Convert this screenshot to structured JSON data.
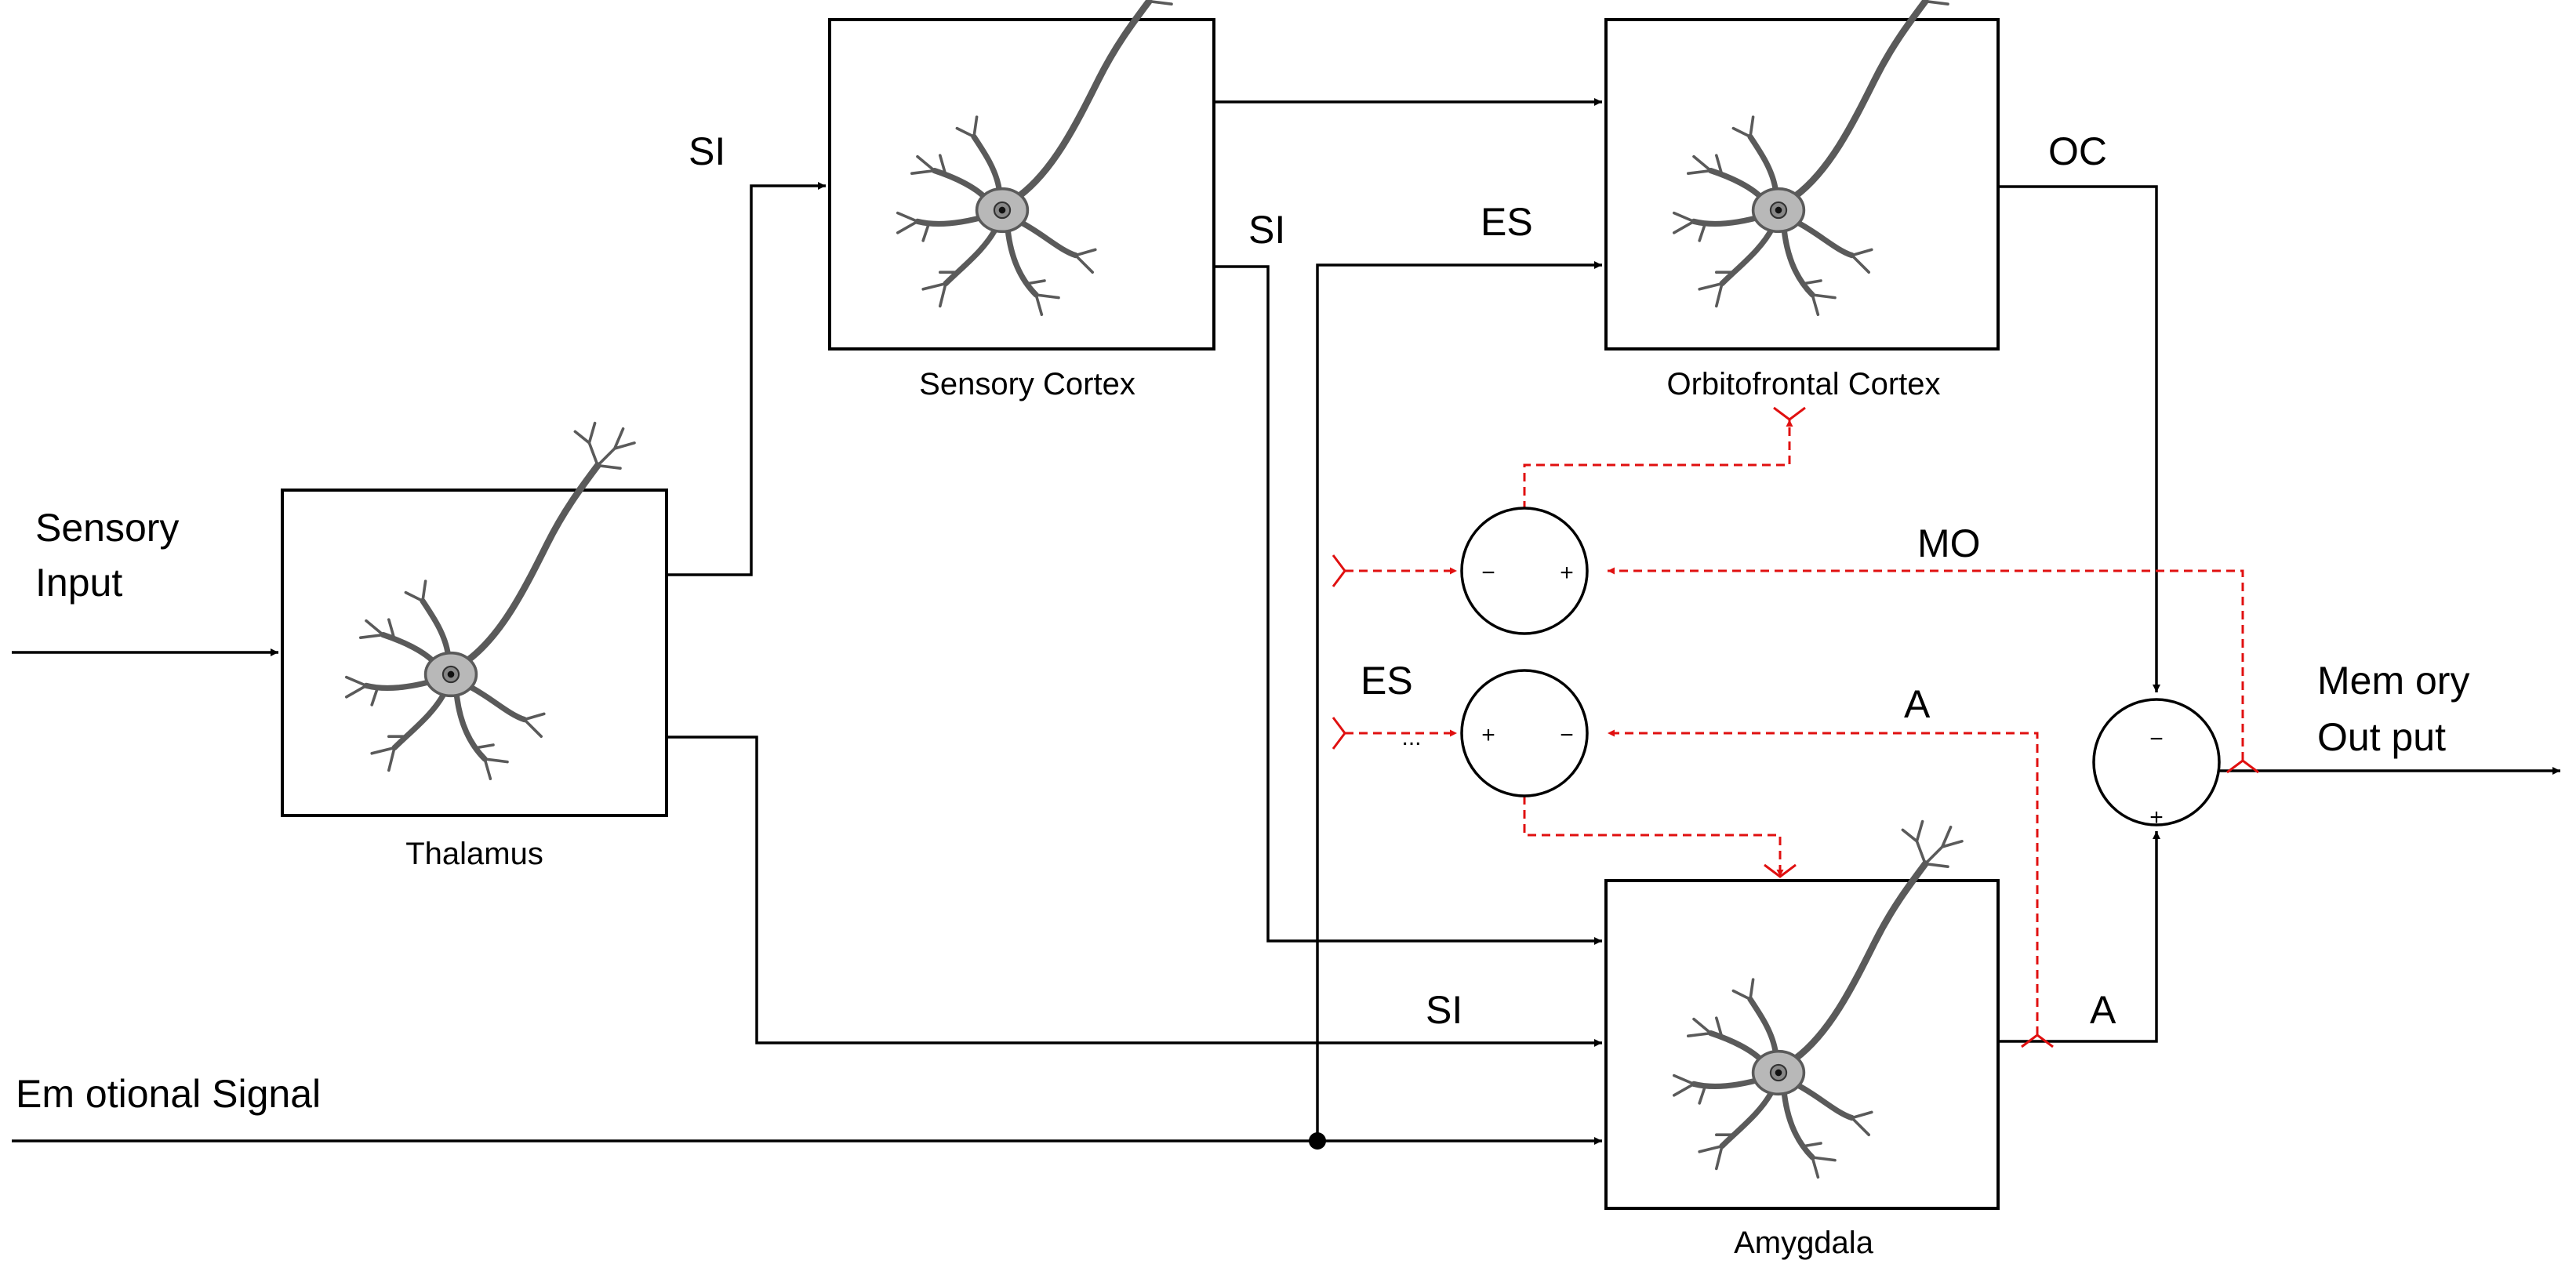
{
  "signals": {
    "sensory_input_line1": "Sensory",
    "sensory_input_line2": "Input",
    "emotional_signal": "Em otional Signal",
    "si_thalamus_to_sensory": "SI",
    "si_sensory_to_amygdala": "SI",
    "si_thalamus_to_amygdala": "SI",
    "es_to_orbitofrontal": "ES",
    "oc": "OC",
    "mo": "MO",
    "es_sum": "ES",
    "a_feedback": "A",
    "a_output": "A",
    "memory_output_line1": "Mem ory",
    "memory_output_line2": "Out put"
  },
  "blocks": {
    "thalamus": "Thalamus",
    "sensory_cortex": "Sensory Cortex",
    "orbitofrontal_cortex": "Orbitofrontal Cortex",
    "amygdala": "Amygdala"
  },
  "sums": {
    "upper": {
      "left_sign": "−",
      "right_sign": "+"
    },
    "lower": {
      "left_sign": "+",
      "right_sign": "−",
      "extra": "..."
    },
    "output": {
      "top_sign": "−",
      "bottom_sign": "+"
    }
  },
  "colors": {
    "wire": "#000000",
    "learning_wire": "#e01010"
  }
}
